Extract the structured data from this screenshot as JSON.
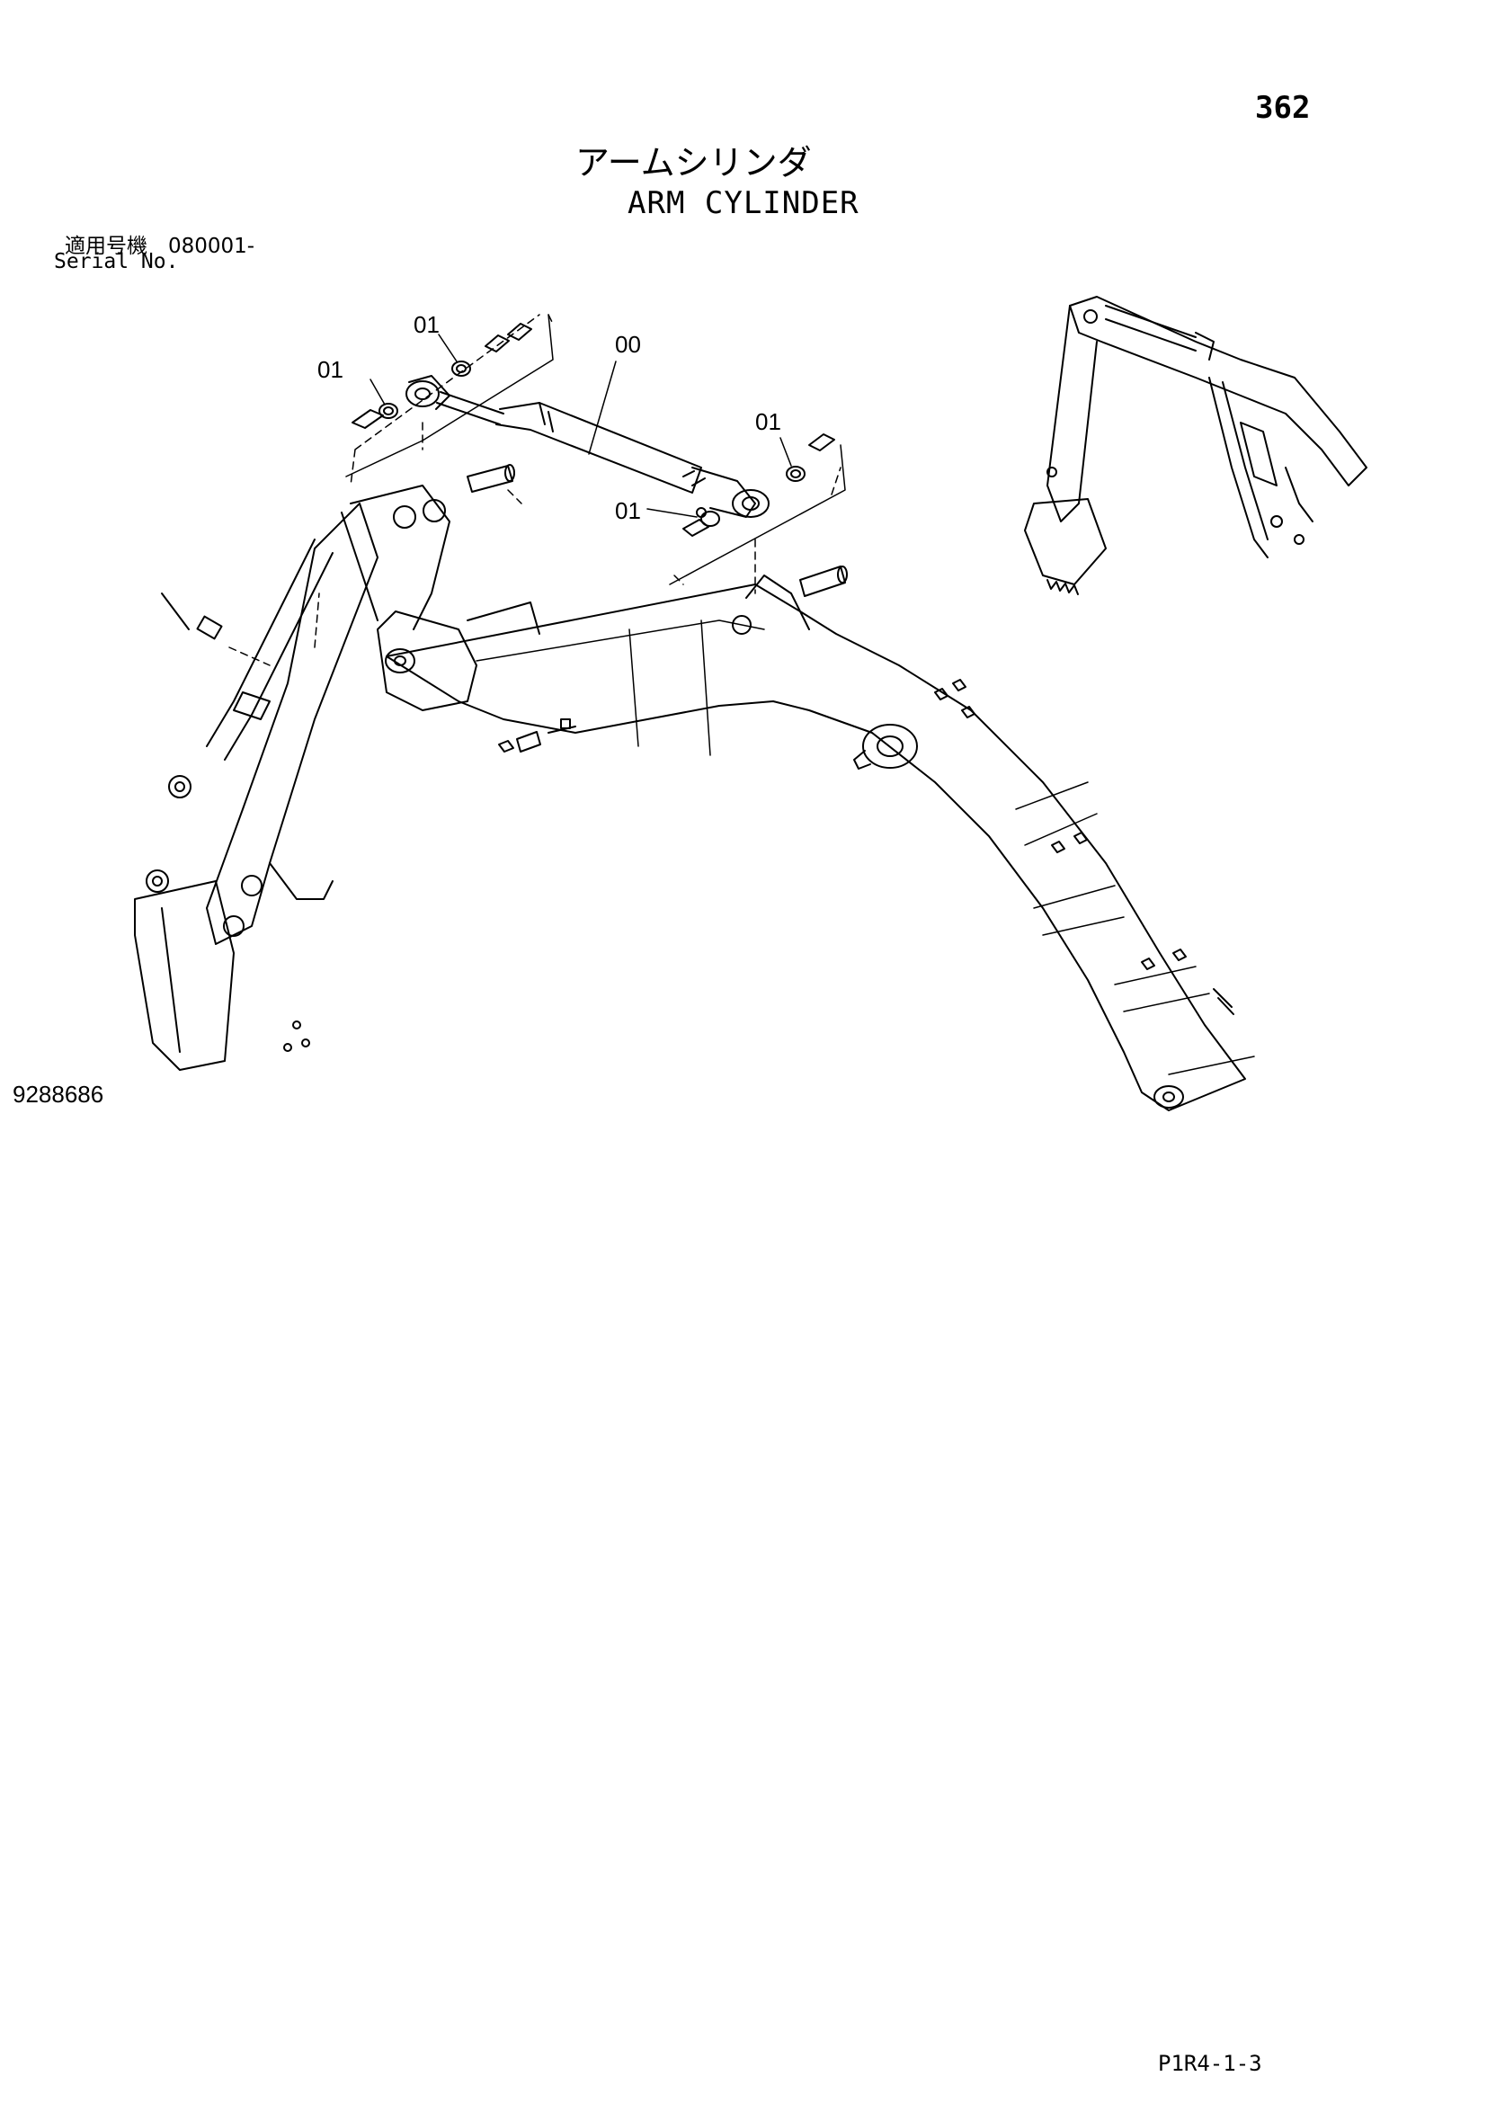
{
  "header": {
    "page_number": "362",
    "title_jp": "アームシリンダ",
    "title_en": "ARM CYLINDER",
    "serial_jp": "適用号機　080001-",
    "serial_en": "Serial No."
  },
  "drawing": {
    "callouts": [
      "01",
      "00",
      "01",
      "01",
      "01"
    ],
    "drawing_number": "9288686"
  },
  "footer": {
    "code": "P1R4-1-3"
  }
}
